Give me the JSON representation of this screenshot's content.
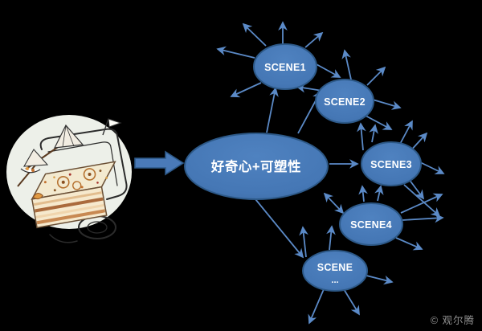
{
  "colors": {
    "background": "#000000",
    "node_fill": "#4A7AB8",
    "node_border": "#2D5988",
    "arrow": "#5B8AC7",
    "illustration_background": "#EDF0E9",
    "watermark_text": "#8F8F8F"
  },
  "diagram": {
    "center": {
      "label": "好奇心+可塑性"
    },
    "scenes": [
      {
        "label": "SCENE1"
      },
      {
        "label": "SCENE2"
      },
      {
        "label": "SCENE3"
      },
      {
        "label": "SCENE4"
      },
      {
        "label": "SCENE",
        "sublabel": "..."
      }
    ]
  },
  "icons": {
    "illustration": "hand-drawn-cake-on-car-sketch",
    "block_arrow": "right-block-arrow"
  },
  "watermark": {
    "text": "© 观尔腾"
  }
}
